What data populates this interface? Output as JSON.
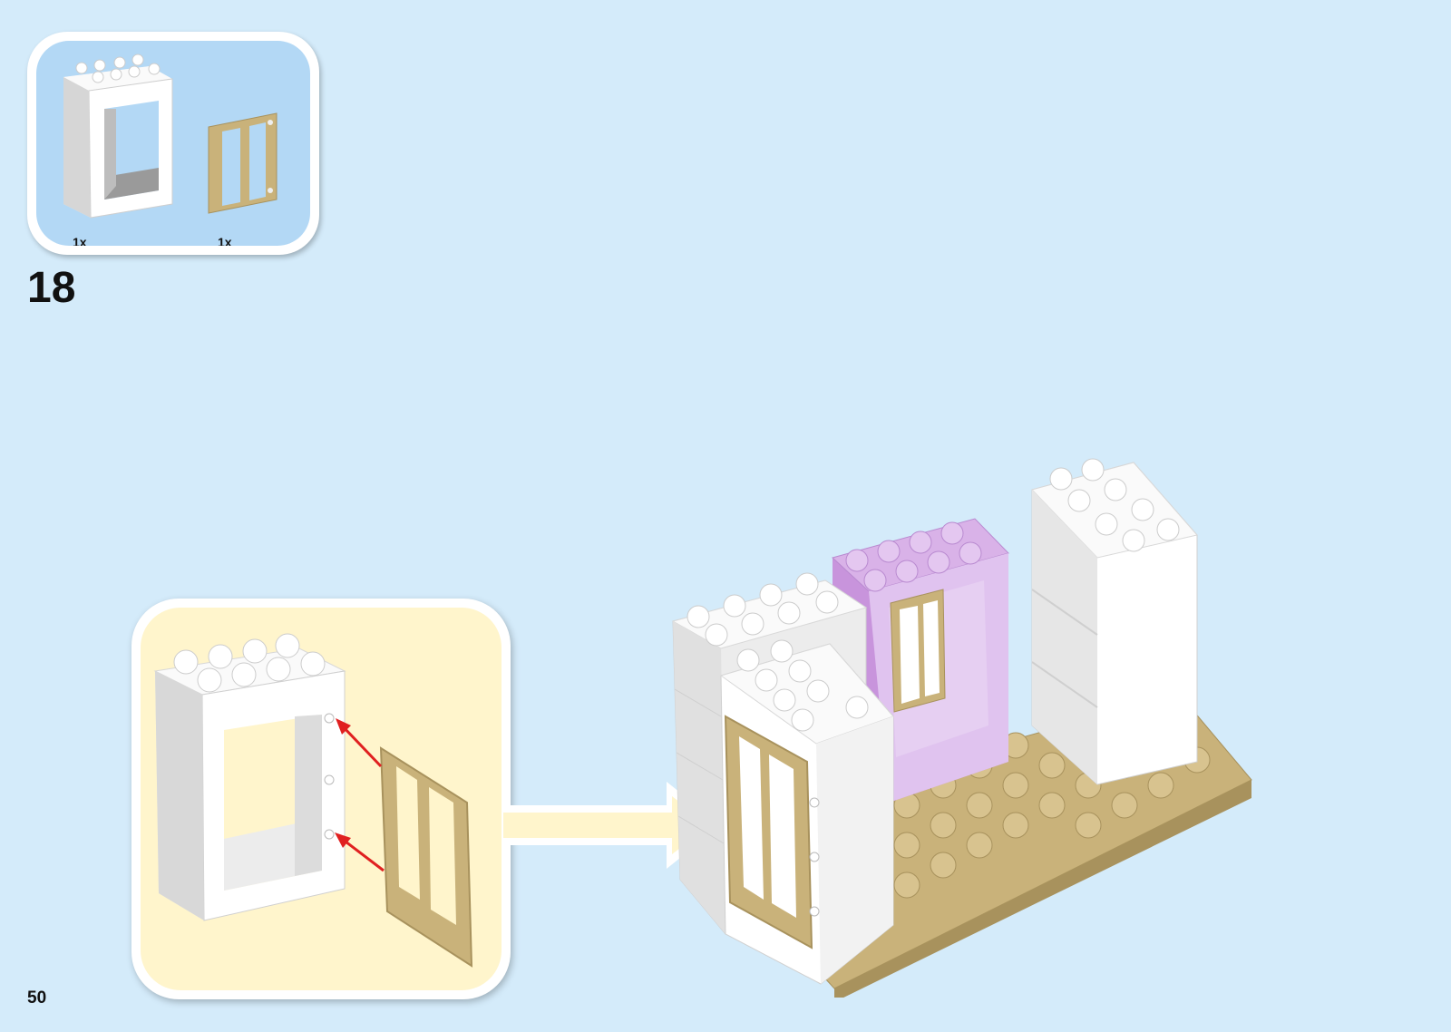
{
  "parts_list": {
    "items": [
      {
        "part": "white-door-frame-brick",
        "quantity": "1x"
      },
      {
        "part": "tan-door",
        "quantity": "1x"
      }
    ]
  },
  "step": {
    "number": "18"
  },
  "page": {
    "number": "50"
  },
  "colors": {
    "page_background": "#d4ebfa",
    "parts_panel": "#b3d8f5",
    "detail_panel": "#fff5cc",
    "white_brick": "#f4f4f4",
    "tan": "#c9b27a",
    "lavender": "#d9b2e8",
    "arrow": "#e02020"
  }
}
